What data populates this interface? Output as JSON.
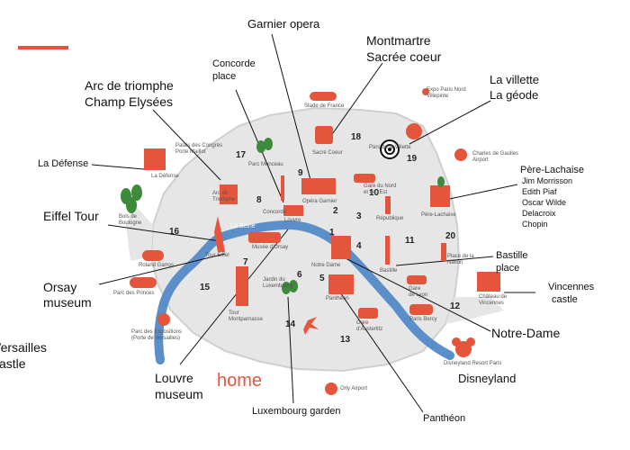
{
  "map": {
    "home_label": "home",
    "colors": {
      "accent": "#e4553c",
      "river": "#5b8fc9",
      "city_fill": "#e6e6e6"
    }
  },
  "labels": {
    "garnier": "Garnier opera",
    "montmartre": "Montmartre",
    "sacre_coeur": "Sacrée coeur",
    "concorde_1": "Concorde",
    "concorde_2": "place",
    "arc_1": "Arc de triomphe",
    "arc_2": "Champ Elysées",
    "villette_1": "La villette",
    "villette_2": "La géode",
    "defense": "La Défense",
    "eiffel": "Eiffel Tour",
    "pere_lachaise": "Père-Lachaise",
    "pl_morrison": "Jim Morrisson",
    "pl_piaf": "Edith Piaf",
    "pl_wilde": "Oscar Wilde",
    "pl_delacroix": "Delacroix",
    "pl_chopin": "Chopin",
    "bastille_1": "Bastille",
    "bastille_2": "place",
    "vincennes_1": "Vincennes",
    "vincennes_2": "castle",
    "orsay_1": "Orsay",
    "orsay_2": "museum",
    "notre_dame": "Notre-Dame",
    "versailles_1": "Versailles",
    "versailles_2": "castle",
    "louvre_1": "Louvre",
    "louvre_2": "museum",
    "disneyland": "Disneyland",
    "luxembourg": "Luxembourg garden",
    "pantheon": "Panthéon"
  },
  "small_labels": {
    "stade": "Stade de France",
    "expo_nord": "Expo Paris Nord\nVillepinte",
    "paris_villette": "Parc de la Villette",
    "cdg": "Charles de Gaulles\nAirport",
    "palais_congres": "Palais des Congrès\nPorte Maillot",
    "parc_monceau": "Parc Monceau",
    "sacre_coeur": "Sacré Coeur",
    "la_defense": "La Défense",
    "arc": "Arc de\nTriomphe",
    "opera_garnier": "Opéra Garnier",
    "gare_nord": "Gare du Nord\net de l'Est",
    "bois_boulogne": "Bois de\nBoulogne",
    "concorde": "Concorde",
    "louvre": "Louvre",
    "republique": "République",
    "pere_lachaise": "Père-Lachaise",
    "la_seine": "La Seine",
    "tour_eiffel": "Tour Eiffel",
    "musee_orsay": "Musée d'Orsay",
    "notre_dame": "Notre Dame",
    "place_nation": "Place de la\nNation",
    "bastille": "Bastille",
    "roland_garros": "Roland Garros",
    "parc_princes": "Parc des Princes",
    "jardin_lux": "Jardin du\nLuxembourg",
    "gare_lyon": "Gare\nde Lyon",
    "chateau_vincennes": "Château de\nVincennes",
    "pantheon": "Panthéon",
    "tour_montparnasse": "Tour\nMontparnasse",
    "paris_bercy": "Paris Bercy",
    "parc_expositions": "Parc des Expositions\n(Porte de Versailles)",
    "gare_austerlitz": "Gare\nd'Austerlitz",
    "disneyland_resort": "Disneyland Resort Paris",
    "orly": "Orly Airport"
  },
  "arrondissements": [
    "1",
    "2",
    "3",
    "4",
    "5",
    "6",
    "7",
    "8",
    "9",
    "10",
    "11",
    "12",
    "13",
    "14",
    "15",
    "16",
    "17",
    "18",
    "19",
    "20"
  ],
  "icons": [
    "landmark-icon",
    "airplane-icon",
    "tree-icon",
    "target-icon",
    "mickey-icon",
    "home-marker-icon"
  ]
}
